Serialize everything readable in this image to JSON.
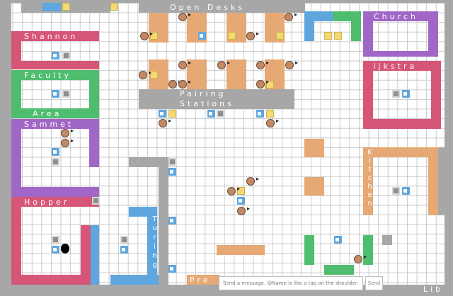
{
  "rooms": {
    "open_desks": "Open Desks",
    "church": "Church",
    "shannon": "Shannon",
    "dijkstra": "Dijkstra",
    "faculty": "Faculty",
    "area": "Area",
    "pairing": "Pairing",
    "stations": "Stations",
    "sammet": "Sammet",
    "hopper": "Hopper",
    "turing": "Turing",
    "kitchen": "Kitchen",
    "presentation_partial": "Pre",
    "library_partial": "Lib"
  },
  "message_bar": {
    "placeholder": "Send a message. @Name is like a tap on the shoulder.",
    "send_label": "Send"
  },
  "colors": {
    "wall": "#a7a7a7",
    "pink": "#d65678",
    "green": "#4ebd6e",
    "purple": "#a167c6",
    "blue": "#5fa6de",
    "orange": "#e6a874",
    "grid": "#c9c9c9"
  },
  "icons": {
    "screen": "video-screen-icon",
    "note": "sticky-note-icon",
    "calendar": "calendar-icon",
    "person": "avatar-icon"
  }
}
